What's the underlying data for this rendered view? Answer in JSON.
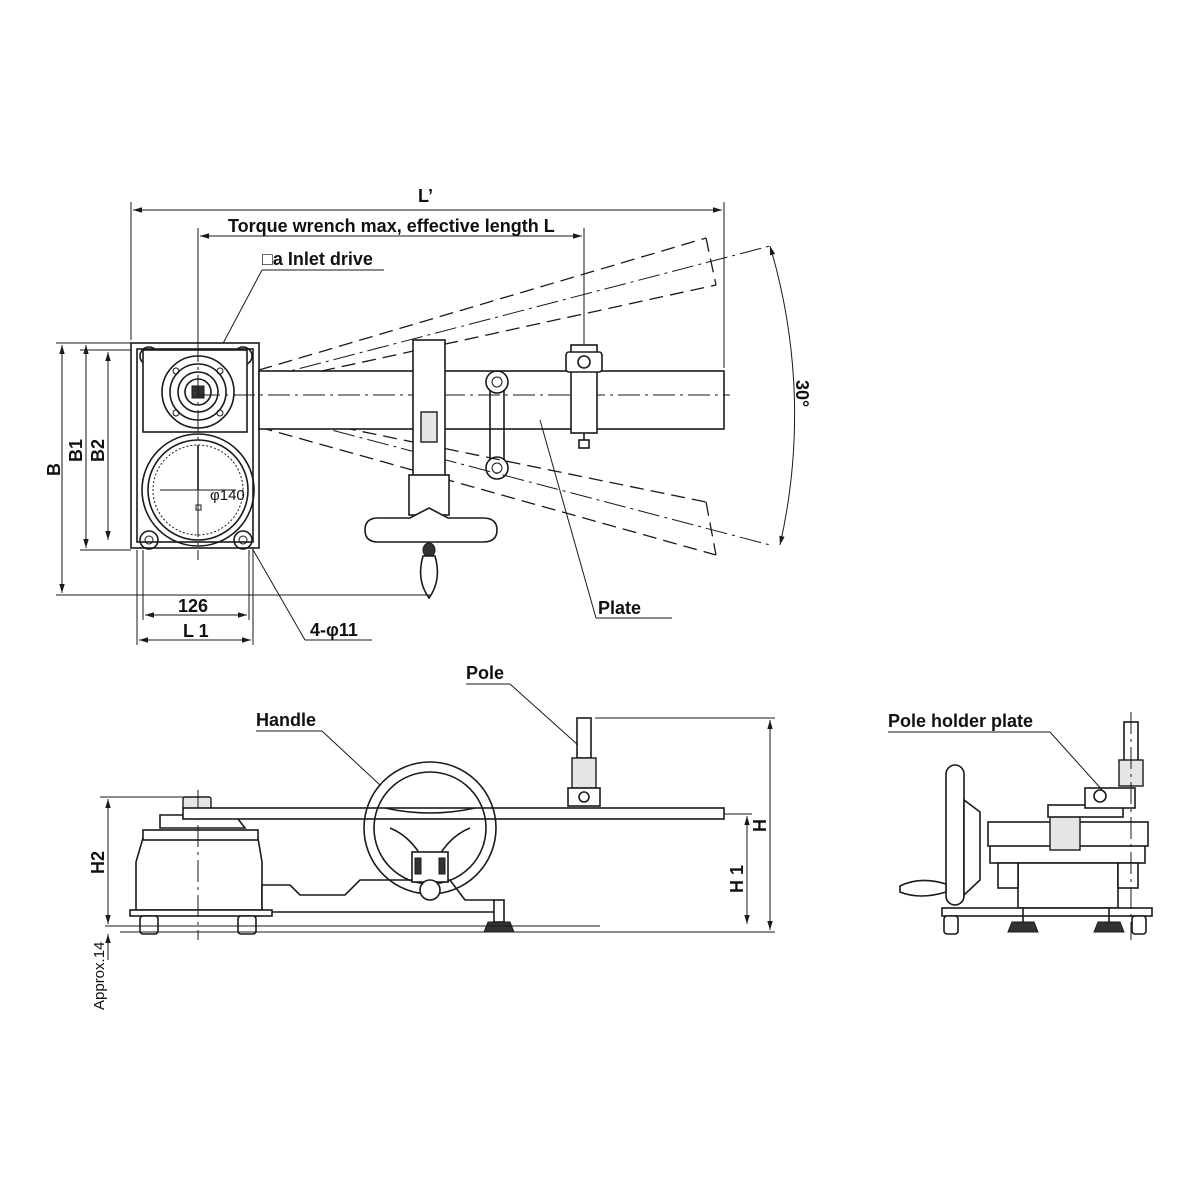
{
  "labels": {
    "overall_length": "L’",
    "effective_length": "Torque wrench max, effective length L",
    "inlet_drive": "□a Inlet drive",
    "angle": "30°",
    "dim_b": "B",
    "dim_b1": "B1",
    "dim_b2": "B2",
    "dial_dia": "φ140",
    "dim_126": "126",
    "dim_l1": "L 1",
    "holes": "4-φ11",
    "plate": "Plate",
    "pole": "Pole",
    "handle": "Handle",
    "pole_holder_plate": "Pole holder plate",
    "dim_h": "H",
    "dim_h1": "H 1",
    "dim_h2": "H2",
    "approx": "Approx.14"
  }
}
